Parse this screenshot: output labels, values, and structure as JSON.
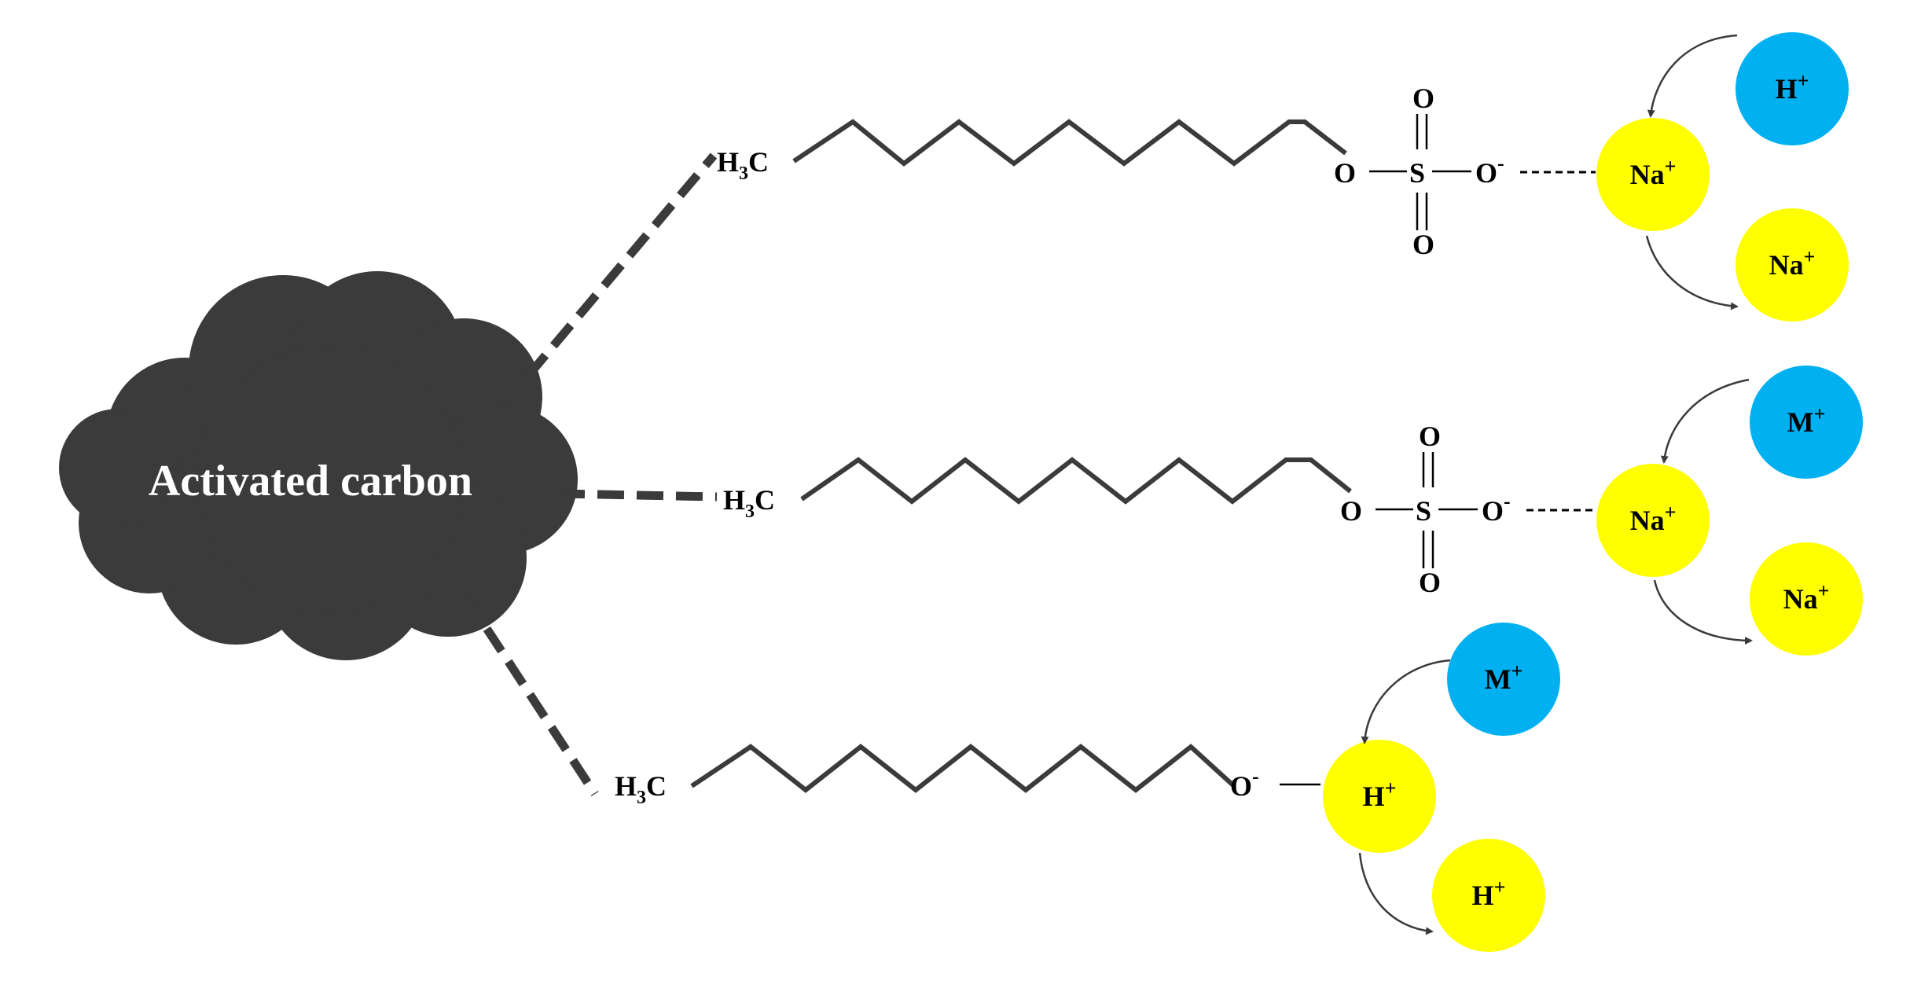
{
  "colors": {
    "cloud": "#3b3b3b",
    "blue_ion": "#00b0f0",
    "yellow_ion": "#ffff00",
    "chain": "#3b3b3b"
  },
  "cloud": {
    "label": "Activated carbon"
  },
  "chains": [
    {
      "methyl_main": "H",
      "methyl_sub": "3",
      "methyl_end": "C",
      "ester_o": "O",
      "sulfur": "S",
      "oxo_top": "O",
      "oxo_bottom": "O",
      "anion_o": "O",
      "anion_charge": "-",
      "bound_ion": {
        "symbol": "Na",
        "charge": "+"
      },
      "incoming_ion": {
        "symbol": "H",
        "charge": "+"
      },
      "released_ion": {
        "symbol": "Na",
        "charge": "+"
      }
    },
    {
      "methyl_main": "H",
      "methyl_sub": "3",
      "methyl_end": "C",
      "ester_o": "O",
      "sulfur": "S",
      "oxo_top": "O",
      "oxo_bottom": "O",
      "anion_o": "O",
      "anion_charge": "-",
      "bound_ion": {
        "symbol": "Na",
        "charge": "+"
      },
      "incoming_ion": {
        "symbol": "M",
        "charge": "+"
      },
      "released_ion": {
        "symbol": "Na",
        "charge": "+"
      }
    },
    {
      "methyl_main": "H",
      "methyl_sub": "3",
      "methyl_end": "C",
      "anion_o": "O",
      "anion_charge": "-",
      "bound_ion": {
        "symbol": "H",
        "charge": "+"
      },
      "incoming_ion": {
        "symbol": "M",
        "charge": "+"
      },
      "released_ion": {
        "symbol": "H",
        "charge": "+"
      }
    }
  ]
}
